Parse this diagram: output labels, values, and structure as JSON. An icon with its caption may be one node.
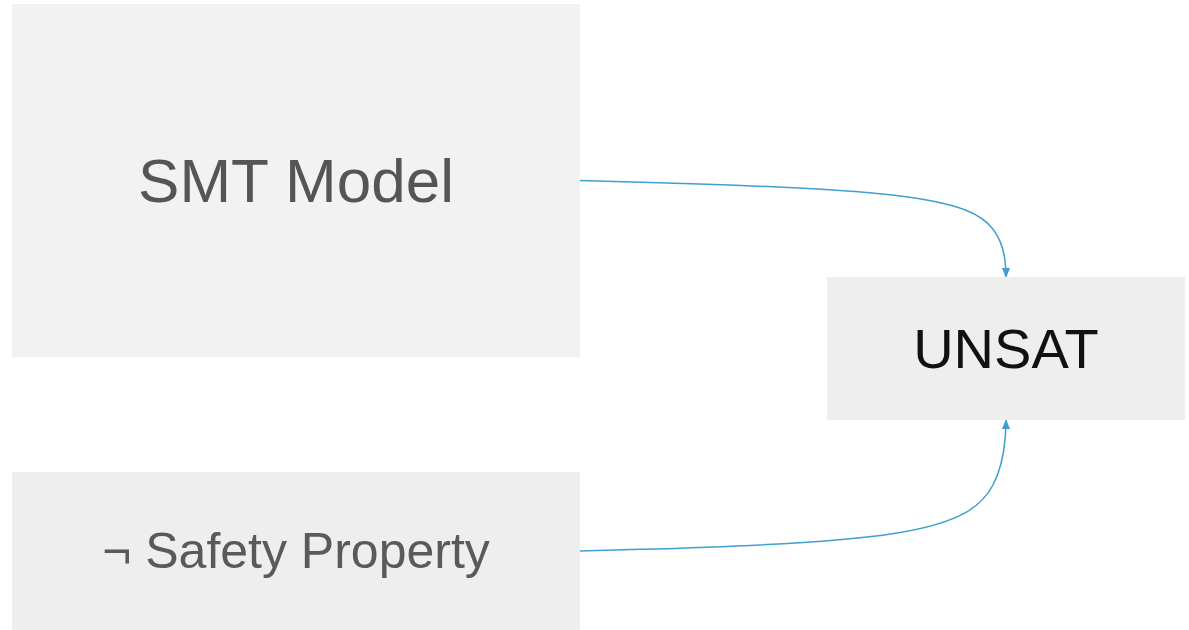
{
  "diagram": {
    "nodes": [
      {
        "text": [
          "SMT Model"
        ]
      },
      {
        "text": [
          "¬ Safety Property"
        ]
      },
      {
        "text": [
          "UNSAT"
        ]
      }
    ],
    "edges": [
      {
        "from": 0,
        "to": 2,
        "arrow": "to"
      },
      {
        "from": 1,
        "to": 2,
        "arrow": "to"
      }
    ]
  }
}
